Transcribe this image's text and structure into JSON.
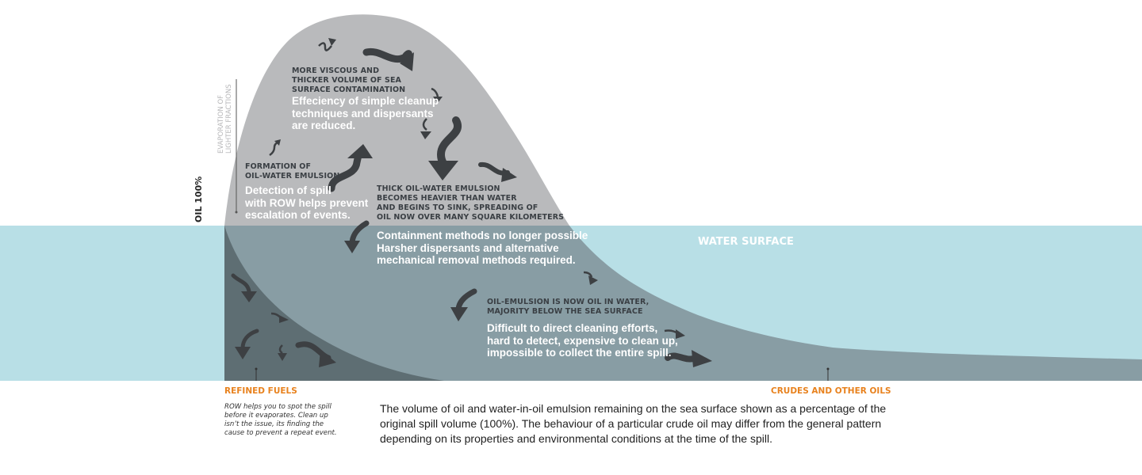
{
  "colors": {
    "sky": "#ffffff",
    "water": "#b8dfe6",
    "oil_above_water": "#b9babc",
    "oil_below_water": "#889da4",
    "refined_fuels_area": "#5e6e73",
    "arrows": "#3d4043",
    "accent_orange": "#e8821e"
  },
  "labels": {
    "y_axis": "OIL 100%",
    "evaporation": [
      "EVAPORATION OF",
      "LIGHTER FRACTIONS"
    ],
    "water_surface": "WATER SURFACE",
    "refined_fuels": "REFINED FUELS",
    "crudes_other_oils": "CRUDES AND OTHER OILS"
  },
  "annotations": {
    "emulsion": {
      "heading": [
        "FORMATION OF",
        "OIL-WATER EMULSION"
      ],
      "body": [
        "Detection of spill",
        "with ROW helps prevent",
        "escalation of events."
      ]
    },
    "viscous": {
      "heading": [
        "MORE VISCOUS AND",
        "THICKER VOLUME OF SEA",
        "SURFACE CONTAMINATION"
      ],
      "body": [
        "Effeciency of simple cleanup",
        "techniques and dispersants",
        "are reduced."
      ]
    },
    "sink": {
      "heading": [
        "THICK OIL-WATER EMULSION",
        "BECOMES HEAVIER THAN WATER",
        "AND BEGINS TO SINK, SPREADING OF",
        "OIL NOW OVER MANY SQUARE KILOMETERS"
      ],
      "body": [
        "Containment methods no longer possible",
        "Harsher dispersants and alternative",
        "mechanical removal methods required."
      ]
    },
    "in_water": {
      "heading": [
        "OIL-EMULSION IS NOW OIL IN WATER,",
        "MAJORITY BELOW THE SEA SURFACE"
      ],
      "body": [
        "Difficult to direct cleaning efforts,",
        "hard to detect, expensive to clean up,",
        "impossible to collect the entire spill."
      ]
    }
  },
  "refined_note": [
    "ROW helps you to spot the spill",
    "before it evaporates. Clean up",
    "isn’t the issue, its finding the",
    "cause to prevent a repeat event."
  ],
  "caption": [
    "The volume of oil and water-in-oil emulsion remaining on the sea surface shown as a percentage of the",
    "original spill volume (100%). The behaviour of a particular crude oil may differ from the general pattern",
    "depending on its properties and environmental conditions at the time of the spill."
  ]
}
